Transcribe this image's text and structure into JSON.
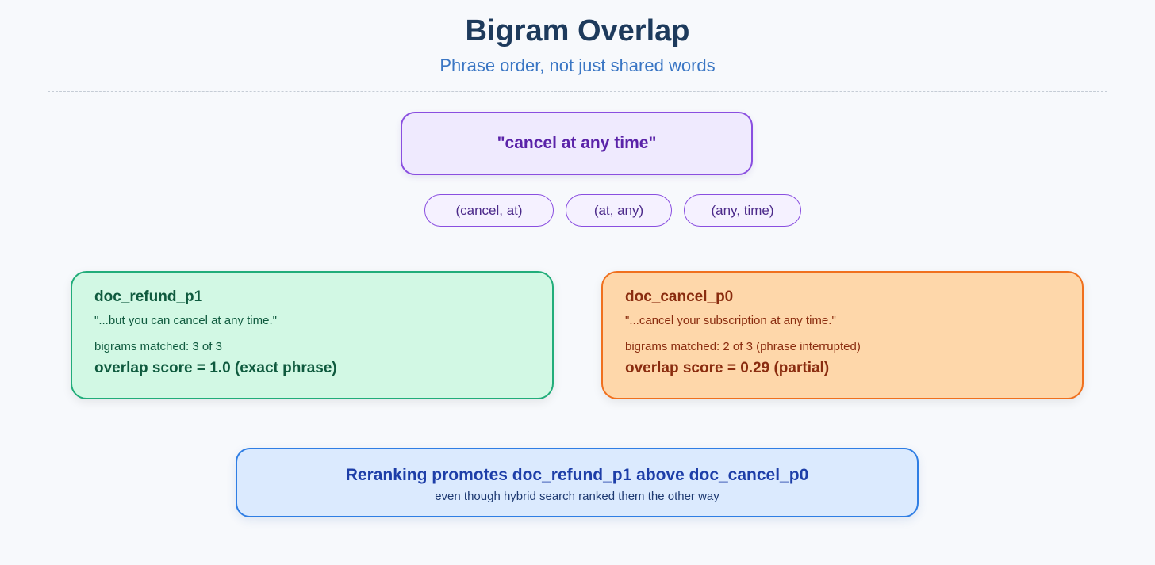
{
  "header": {
    "title": "Bigram Overlap",
    "subtitle": "Phrase order, not just shared words"
  },
  "query": {
    "text": "\"cancel at any time\"",
    "bigrams": [
      "(cancel, at)",
      "(at, any)",
      "(any, time)"
    ]
  },
  "documents": [
    {
      "name": "doc_refund_p1",
      "quote": "\"...but you can cancel at any time.\"",
      "matched": "bigrams matched: 3 of 3",
      "score": "overlap score = 1.0 (exact phrase)"
    },
    {
      "name": "doc_cancel_p0",
      "quote": "\"...cancel your subscription at any time.\"",
      "matched": "bigrams matched: 2 of 3 (phrase interrupted)",
      "score": "overlap score = 0.29 (partial)"
    }
  ],
  "result": {
    "main": "Reranking promotes doc_refund_p1 above doc_cancel_p0",
    "sub": "even though hybrid search ranked them the other way"
  },
  "colors": {
    "title": "#1d3a5c",
    "subtitle": "#3a76c4",
    "query_border": "#8a4fe0",
    "query_fill": "#efeafe",
    "green_border": "#22ad7a",
    "green_fill": "#d2f8e4",
    "orange_border": "#f0701e",
    "orange_fill": "#fed7aa",
    "result_border": "#2f7ee4",
    "result_fill": "#dbeafe"
  }
}
